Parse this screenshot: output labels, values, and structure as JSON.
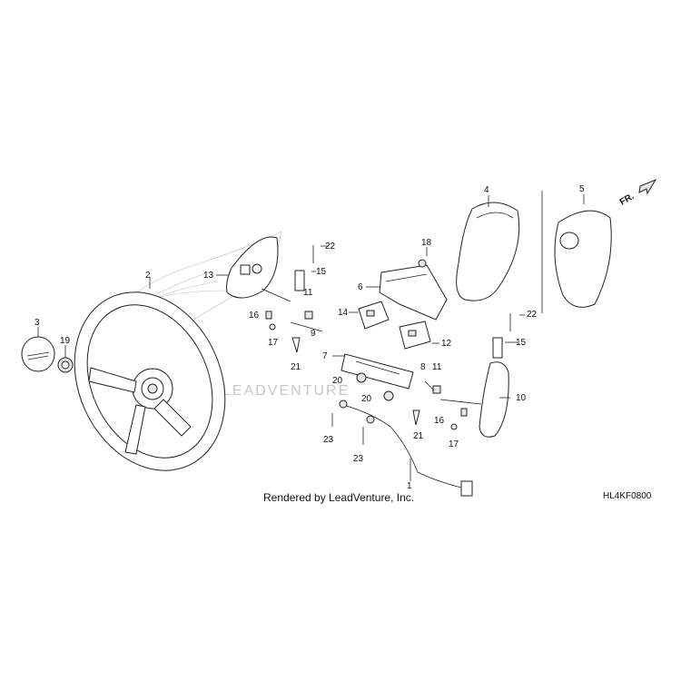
{
  "diagram": {
    "callouts": [
      "1",
      "2",
      "3",
      "4",
      "5",
      "6",
      "7",
      "8",
      "9",
      "10",
      "11",
      "11",
      "12",
      "13",
      "14",
      "15",
      "15",
      "16",
      "16",
      "17",
      "17",
      "18",
      "19",
      "20",
      "20",
      "21",
      "21",
      "22",
      "22",
      "23",
      "23"
    ],
    "direction_label": "FR.",
    "watermark_text": "LEADVENTURE",
    "rendered_by": "Rendered by LeadVenture, Inc.",
    "diagram_code": "HL4KF0800"
  }
}
